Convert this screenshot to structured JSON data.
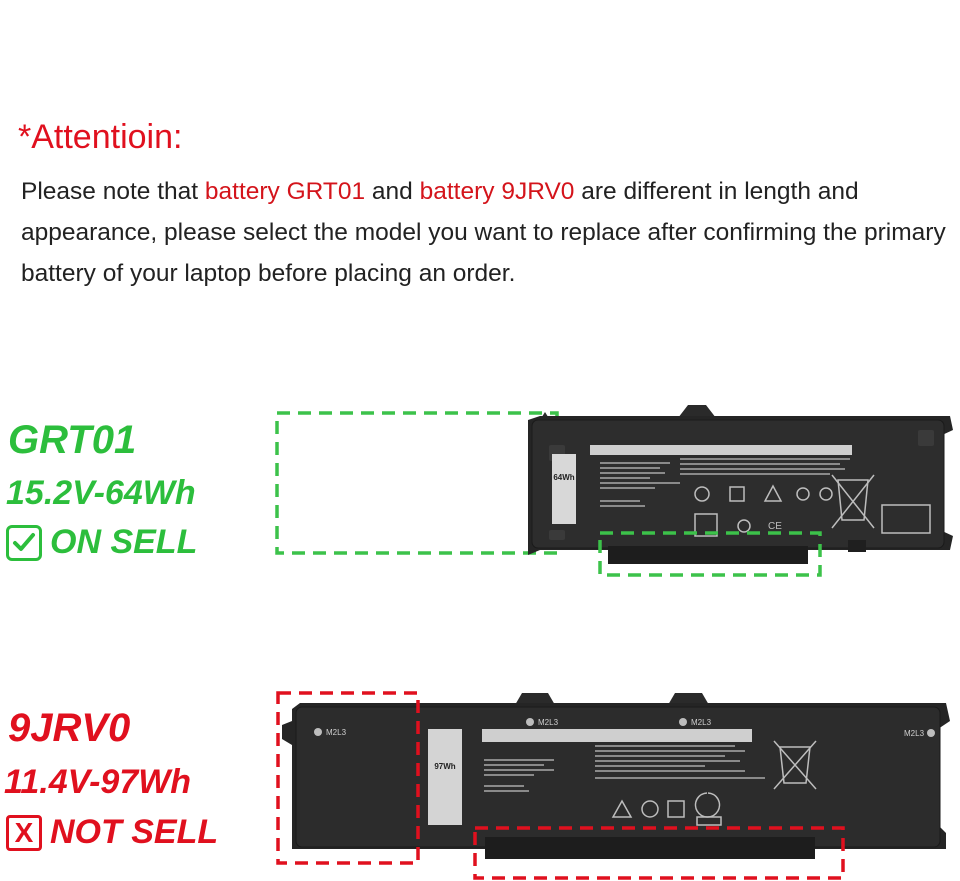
{
  "attention": {
    "title": "*Attentioin:",
    "note_part1": "Please note that ",
    "note_model1": "battery GRT01",
    "note_part2": " and ",
    "note_model2": "battery 9JRV0",
    "note_part3": " are different in length and appearance, please select the model you want to replace after confirming the primary battery of your laptop before placing an order."
  },
  "models": [
    {
      "name": "GRT01",
      "spec": "15.2V-64Wh",
      "status": "ON SELL",
      "status_icon": "check-icon",
      "color": "#2cbe3c",
      "battery_capacity_label": "64Wh"
    },
    {
      "name": "9JRV0",
      "spec": "11.4V-97Wh",
      "status": "NOT SELL",
      "status_icon": "x-icon",
      "color": "#e0101e",
      "battery_capacity_label": "97Wh",
      "connector_label": "M2L3"
    }
  ]
}
